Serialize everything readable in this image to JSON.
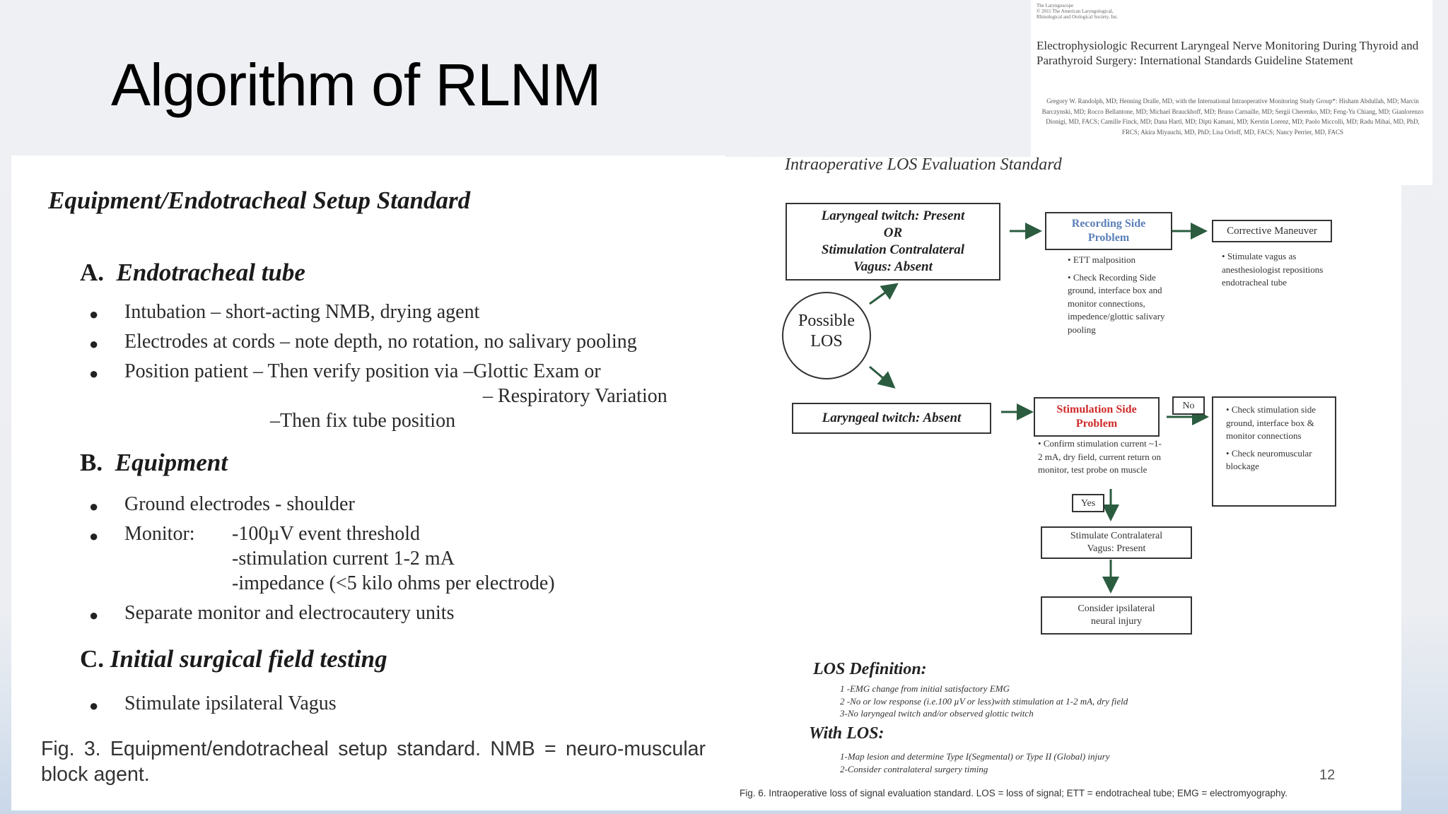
{
  "slide": {
    "title": "Algorithm of RLNM",
    "page_number": "12"
  },
  "reference": {
    "journal_lines": "The Laryngoscope\n© 2011 The American Laryngological,\nRhinological and Otological Society, Inc.",
    "title": "Electrophysiologic Recurrent Laryngeal Nerve Monitoring During Thyroid and Parathyroid Surgery: International Standards Guideline Statement",
    "authors": "Gregory W. Randolph, MD; Henning Dralle, MD, with the International Intraoperative Monitoring Study Group*: Hisham Abdullah, MD; Marcin Barczynski, MD; Rocco Bellantone, MD; Michael Brauckhoff, MD; Bruno Carnaille, MD; Sergii Cherenko, MD; Feng-Yu Chiang, MD; Gianlorenzo Dionigi, MD, FACS; Camille Finck, MD; Dana Hartl, MD; Dipti Kamani, MD; Kerstin Lorenz, MD; Paolo Miccolli, MD; Radu Mihai, MD, PhD, FRCS; Akira Miyauchi, MD, PhD; Lisa Orloff, MD, FACS; Nancy Perrier, MD, FACS"
  },
  "left_figure": {
    "heading": "Equipment/Endotracheal Setup Standard",
    "sections": {
      "a": {
        "letter": "A.",
        "title": "Endotracheal tube",
        "items": [
          "Intubation – short-acting NMB, drying agent",
          "Electrodes at cords – note depth, no rotation, no salivary pooling",
          "Position patient – Then verify position via –Glottic Exam or"
        ],
        "cont1": "– Respiratory Variation",
        "cont2": "–Then fix tube position"
      },
      "b": {
        "letter": "B.",
        "title": "Equipment",
        "item1": "Ground electrodes - shoulder",
        "monitor_label": "Monitor:",
        "monitor_lines": [
          "-100µV event threshold",
          "-stimulation  current 1-2 mA",
          "-impedance (<5 kilo ohms per electrode)"
        ],
        "item3": "Separate monitor and electrocautery units"
      },
      "c": {
        "letter": "C.",
        "title": "Initial surgical field testing",
        "item1": "Stimulate ipsilateral Vagus"
      }
    },
    "caption": "Fig. 3. Equipment/endotracheal setup standard. NMB = neuro-muscular block agent."
  },
  "right_figure": {
    "title": "Intraoperative LOS Evaluation Standard",
    "box_present": [
      "Laryngeal twitch:  Present",
      "OR",
      "Stimulation Contralateral",
      "Vagus:  Absent"
    ],
    "possible_los": [
      "Possible",
      "LOS"
    ],
    "box_absent": "Laryngeal twitch:  Absent",
    "recording_side": [
      "Recording Side",
      "Problem"
    ],
    "recording_notes": [
      "ETT malposition",
      "Check Recording Side ground, interface box and monitor connections, impedence/glottic salivary pooling"
    ],
    "corrective": "Corrective Maneuver",
    "corrective_note": "Stimulate vagus as anesthesiologist repositions endotracheal tube",
    "stimulation_side": [
      "Stimulation Side",
      "Problem"
    ],
    "stimulation_note": "Confirm stimulation current ~1-2 mA, dry field, current return on monitor, test probe on muscle",
    "no_label": "No",
    "yes_label": "Yes",
    "check_notes": [
      "Check stimulation side ground, interface box & monitor connections",
      "Check neuromuscular blockage"
    ],
    "stim_contra": [
      "Stimulate Contralateral",
      "Vagus: Present"
    ],
    "consider": [
      "Consider ipsilateral",
      "neural injury"
    ],
    "los_definition_title": "LOS Definition:",
    "los_definition": [
      "1 -EMG change from initial satisfactory EMG",
      "2 -No or low response (i.e.100 µV or less)with stimulation at  1-2 mA, dry field",
      "3-No laryngeal twitch and/or observed glottic twitch"
    ],
    "with_los_title": "With LOS:",
    "with_los": [
      "1-Map lesion and determine Type I(Segmental) or Type II (Global) injury",
      "2-Consider contralateral surgery timing"
    ],
    "caption": "Fig. 6. Intraoperative loss of signal evaluation standard. LOS = loss of signal; ETT = endotracheal tube; EMG = electromyography."
  }
}
